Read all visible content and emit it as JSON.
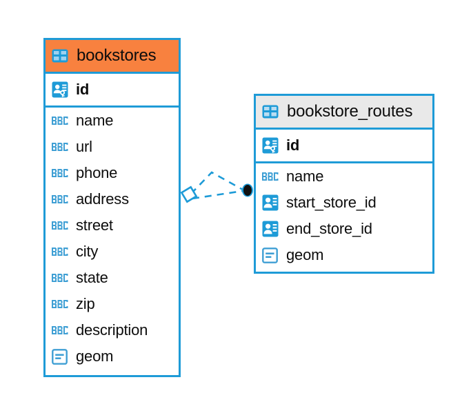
{
  "diagram": {
    "type": "entity-relationship-diagram",
    "background": "#ffffff",
    "accent_color": "#1e9bd7",
    "highlight_color": "#f8813f",
    "header_plain_color": "#e9e9e9",
    "text_color": "#0d0d0d"
  },
  "entities": [
    {
      "name": "bookstores",
      "title_icon": "table-icon",
      "header_style": "accent",
      "primary_keys": [
        {
          "label": "id",
          "icon": "primary-key-icon"
        }
      ],
      "fields": [
        {
          "label": "name",
          "icon": "abc-text-icon"
        },
        {
          "label": "url",
          "icon": "abc-text-icon"
        },
        {
          "label": "phone",
          "icon": "abc-text-icon"
        },
        {
          "label": "address",
          "icon": "abc-text-icon"
        },
        {
          "label": "street",
          "icon": "abc-text-icon"
        },
        {
          "label": "city",
          "icon": "abc-text-icon"
        },
        {
          "label": "state",
          "icon": "abc-text-icon"
        },
        {
          "label": "zip",
          "icon": "abc-text-icon"
        },
        {
          "label": "description",
          "icon": "abc-text-icon"
        },
        {
          "label": "geom",
          "icon": "geometry-icon"
        }
      ]
    },
    {
      "name": "bookstore_routes",
      "title_icon": "table-icon",
      "header_style": "plain",
      "primary_keys": [
        {
          "label": "id",
          "icon": "primary-key-icon"
        }
      ],
      "fields": [
        {
          "label": "name",
          "icon": "abc-text-icon"
        },
        {
          "label": "start_store_id",
          "icon": "foreign-key-icon"
        },
        {
          "label": "end_store_id",
          "icon": "foreign-key-icon"
        },
        {
          "label": "geom",
          "icon": "geometry-icon"
        }
      ]
    }
  ],
  "relationships": [
    {
      "from": "bookstores",
      "to": "bookstore_routes",
      "from_marker": "diamond-marker",
      "to_marker": "filled-circle-marker",
      "line_style": "dashed",
      "color": "#1e9bd7"
    }
  ]
}
